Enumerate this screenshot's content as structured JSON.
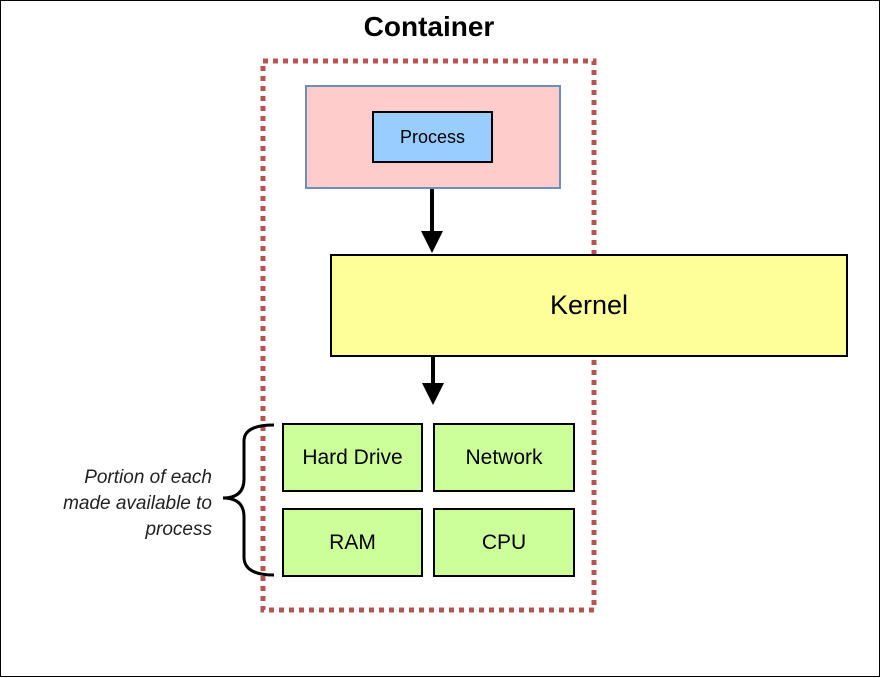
{
  "diagram": {
    "title": "Container",
    "process_label": "Process",
    "kernel_label": "Kernel",
    "resources": [
      "Hard Drive",
      "Network",
      "RAM",
      "CPU"
    ],
    "note_lines": [
      "Portion of each",
      "made available to",
      "process"
    ]
  },
  "colors": {
    "container_border": "#b85450",
    "process_outer_fill": "#ffcccc",
    "process_outer_border": "#6c8ebf",
    "process_fill": "#99ccff",
    "kernel_fill": "#ffff99",
    "resource_fill": "#ccff99"
  }
}
